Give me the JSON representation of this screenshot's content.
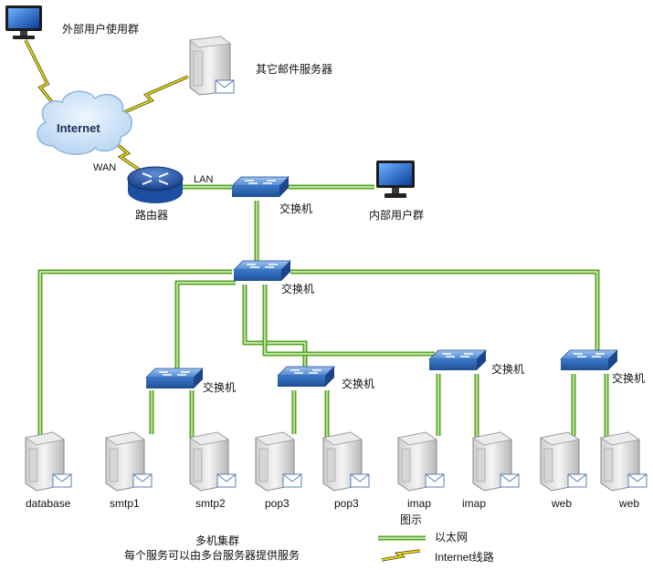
{
  "labels": {
    "external_users": "外部用户使用群",
    "other_mail_servers": "其它邮件服务器",
    "internet": "Internet",
    "wan": "WAN",
    "lan": "LAN",
    "router": "路由器",
    "switch": "交换机",
    "internal_users": "内部用户群"
  },
  "servers": [
    {
      "id": "database",
      "label": "database"
    },
    {
      "id": "smtp1",
      "label": "smtp1"
    },
    {
      "id": "smtp2",
      "label": "smtp2"
    },
    {
      "id": "pop3a",
      "label": "pop3"
    },
    {
      "id": "pop3b",
      "label": "pop3"
    },
    {
      "id": "imapa",
      "label": "imap"
    },
    {
      "id": "imapb",
      "label": "imap"
    },
    {
      "id": "weba",
      "label": "web"
    },
    {
      "id": "webb",
      "label": "web"
    }
  ],
  "caption": {
    "line1": "多机集群",
    "line2": "每个服务可以由多台服务器提供服务"
  },
  "legend": {
    "title": "图示",
    "ethernet": "以太网",
    "internet_line": "Internet线路"
  },
  "colors": {
    "ethernet_green": "#55a61c",
    "internet_yellow": "#e8d800",
    "switch_blue": "#2f6fc1",
    "router_blue": "#1d4fa0",
    "cloud_blue": "#cfe3f7"
  }
}
